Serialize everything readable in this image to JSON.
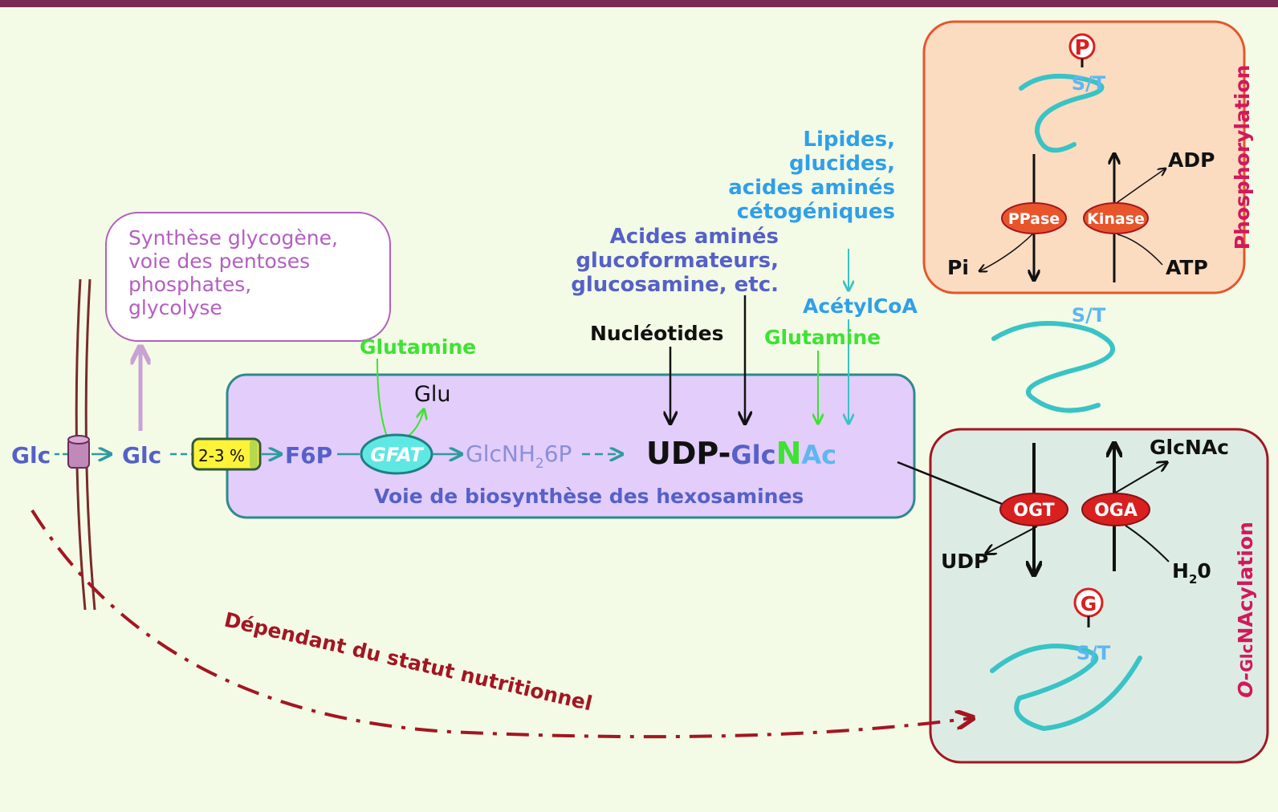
{
  "colors": {
    "background": "#f3fbe6",
    "top_bar": "#7a2a55",
    "hbp_box_fill": "#e3cdfa",
    "hbp_box_stroke": "#2e8a8c",
    "phospho_box_fill": "#fbdcc1",
    "phospho_box_stroke": "#e8552b",
    "oglc_box_fill": "#dcece5",
    "oglc_box_stroke": "#a31621",
    "enzyme_red": "#d8201f",
    "teal": "#39c3c5",
    "blue": "#5561c7",
    "light_blue": "#5fb6f1",
    "sky": "#2f9fea",
    "green": "#3ee233",
    "violet": "#b35fc0",
    "magenta": "#d2185b",
    "dark_red": "#a31621"
  },
  "labels": {
    "glc_out": "Glc",
    "glc_in": "Glc",
    "percent": "2-3 %",
    "f6p": "F6P",
    "gfat": "GFAT",
    "glu": "Glu",
    "glcnh2_a": "GlcNH",
    "glcnh2_sub": "2",
    "glcnh2_b": "6P",
    "udp": "UDP-",
    "glc_sc": "Glc",
    "n": "N",
    "ac": "Ac",
    "hbp_title": "Voie de biosynthèse des hexosamines",
    "glutamine_1": "Glutamine",
    "glutamine_2": "Glutamine",
    "nucleotides": "Nucléotides",
    "acetylcoa": "AcétylCoA",
    "synthese_lines": [
      "Synthèse glycogène,",
      "voie des pentoses",
      "phosphates,",
      "glycolyse"
    ],
    "acides_lines": [
      "Acides aminés",
      "glucoformateurs,",
      "glucosamine, etc."
    ],
    "lipides_lines": [
      "Lipides,",
      "glucides,",
      "acides aminés",
      "cétogéniques"
    ],
    "p_symbol": "P",
    "st_top": "S/T",
    "st_mid": "S/T",
    "st_bottom": "S/T",
    "pi": "Pi",
    "ppase": "PPase",
    "kinase": "Kinase",
    "adp": "ADP",
    "atp": "ATP",
    "phosphorylation": "Phosphorylation",
    "ogt": "OGT",
    "oga": "OGA",
    "glcnac": "GlcNAc",
    "udp_out": "UDP",
    "h2o_a": "H",
    "h2o_sub": "2",
    "h2o_b": "0",
    "g_symbol": "G",
    "oglc_a": "O-",
    "oglc_b": "Glc",
    "oglc_c": "NAcylation",
    "dependant": "Dépendant du statut nutritionnel"
  }
}
